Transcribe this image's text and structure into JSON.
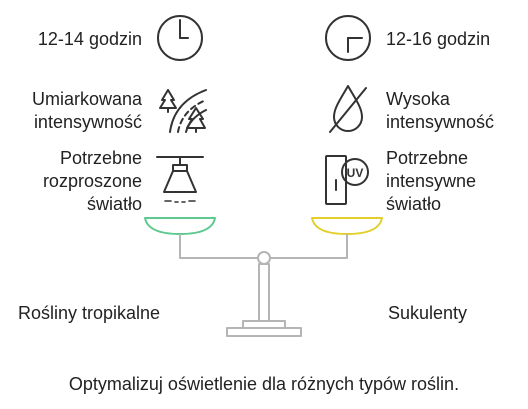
{
  "left": {
    "hours": "12-14 godzin",
    "intensity_1": "Umiarkowana",
    "intensity_2": "intensywność",
    "light_1": "Potrzebne",
    "light_2": "rozproszone",
    "light_3": "światło",
    "plant": "Rośliny tropikalne",
    "pan_color": "#5cc98f"
  },
  "right": {
    "hours": "12-16 godzin",
    "intensity_1": "Wysoka",
    "intensity_2": "intensywność",
    "light_1": "Potrzebne",
    "light_2": "intensywne",
    "light_3": "światło",
    "plant": "Sukulenty",
    "pan_color": "#e2cf2a",
    "uv_label": "UV"
  },
  "caption": "Optymalizuj oświetlenie dla różnych typów roślin.",
  "icons": {
    "left_clock": "clock-icon",
    "left_trees": "trees-icon",
    "left_lamp": "lamp-icon",
    "right_clock": "clock-icon",
    "right_drop": "no-water-drop-icon",
    "right_uv": "uv-lamp-icon"
  }
}
